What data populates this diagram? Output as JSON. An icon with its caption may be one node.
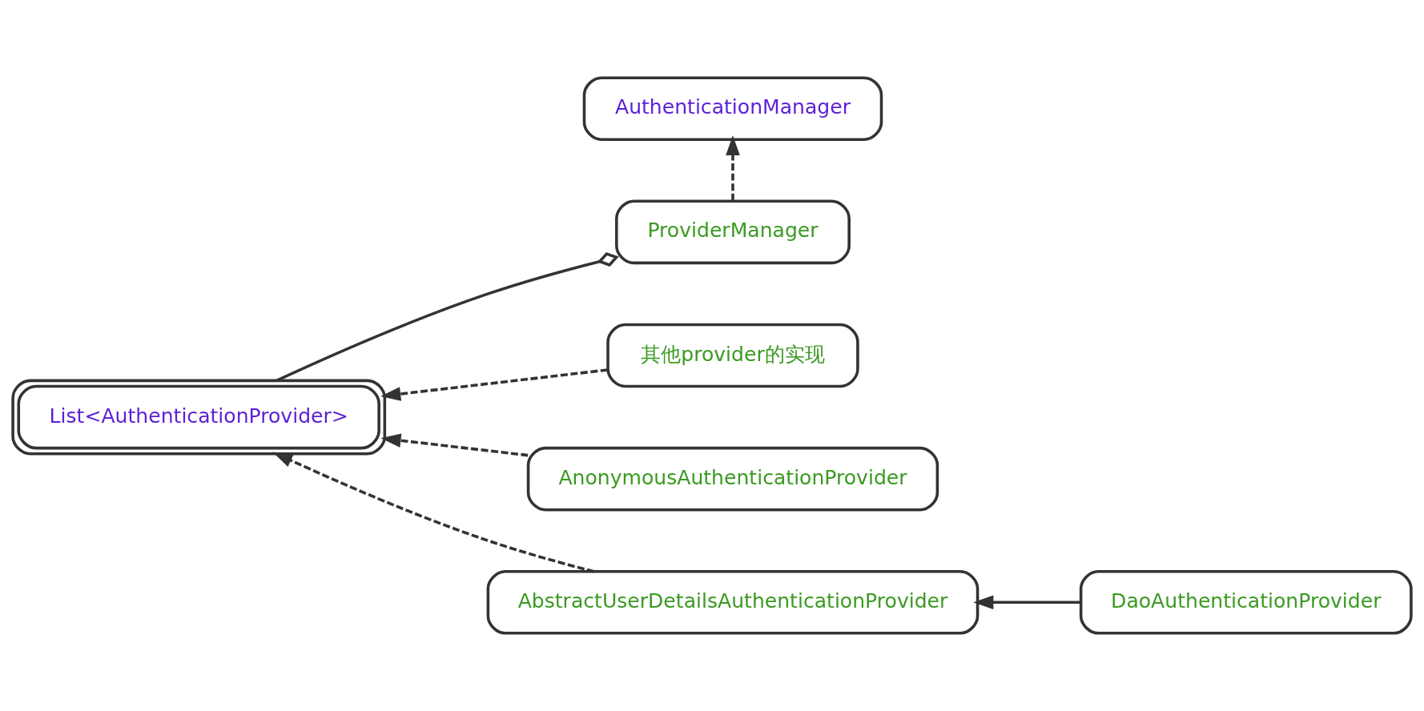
{
  "diagram": {
    "nodes": [
      {
        "text": [
          "AuthenticationManager"
        ]
      },
      {
        "text": [
          "ProviderManager"
        ]
      },
      {
        "text": [
          "List<AuthenticationProvider>"
        ]
      },
      {
        "text": [
          "其他provider的实现"
        ]
      },
      {
        "text": [
          "AnonymousAuthenticationProvider"
        ]
      },
      {
        "text": [
          "AbstractUserDetailsAuthenticationProvider"
        ]
      },
      {
        "text": [
          "DaoAuthenticationProvider"
        ]
      }
    ],
    "edges": [
      {
        "from": 1,
        "to": 0,
        "arrow": "to",
        "style": "dashed"
      },
      {
        "from": 1,
        "to": 2,
        "arrow": "other"
      },
      {
        "from": 3,
        "to": 2,
        "arrow": "to",
        "style": "dashed"
      },
      {
        "from": 4,
        "to": 2,
        "arrow": "to",
        "style": "dashed"
      },
      {
        "from": 5,
        "to": 2,
        "arrow": "to",
        "style": "dashed"
      },
      {
        "from": 6,
        "to": 5,
        "arrow": "to"
      }
    ]
  }
}
